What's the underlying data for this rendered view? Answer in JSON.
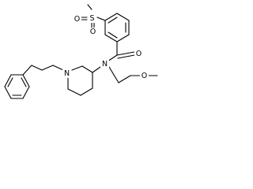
{
  "diagram": {
    "type": "skeletal-structure",
    "atom_labels": {
      "sulfone_o_left": "O",
      "sulfur": "S",
      "sulfone_o_right": "O",
      "carbonyl_o": "O",
      "piperidine_n": "N",
      "amide_n": "N",
      "ether_o": "O"
    },
    "colors": {
      "bond": "#000000",
      "label": "#000000",
      "background": "#ffffff"
    }
  }
}
